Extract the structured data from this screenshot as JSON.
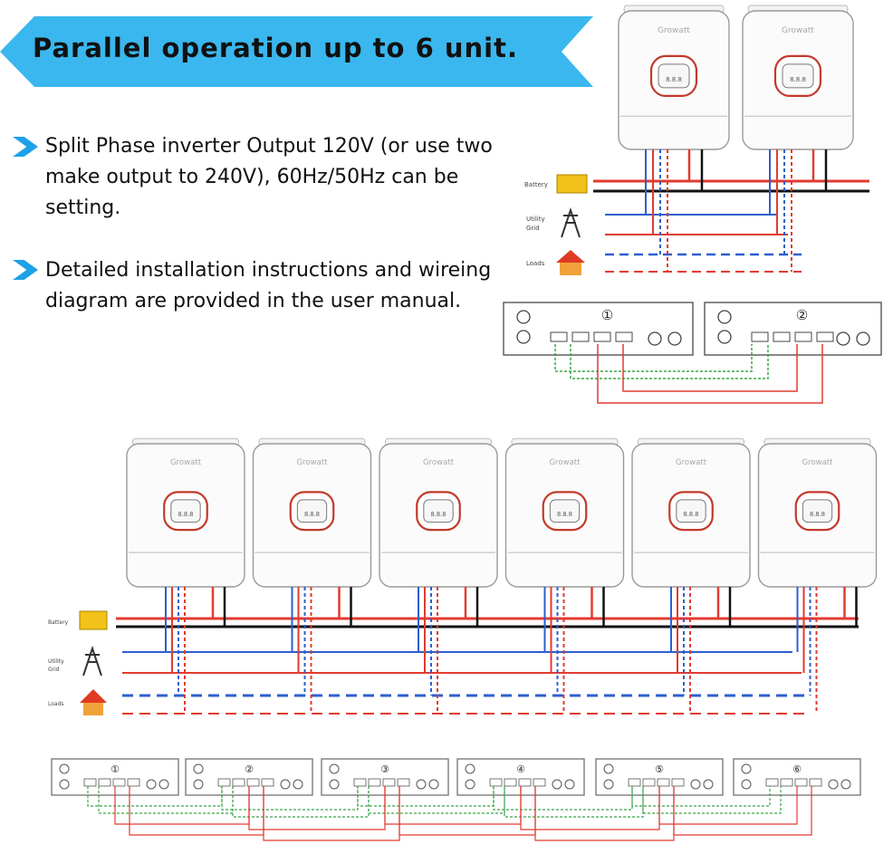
{
  "banner": {
    "title": "Parallel operation up to 6 unit."
  },
  "bullets": [
    "Split Phase inverter Output 120V (or use two make output to 240V), 60Hz/50Hz can be setting.",
    "Detailed installation instructions and wireing diagram are provided in the user manual."
  ],
  "labels": {
    "battery": "Battery",
    "utility": "Utility Grid",
    "loads": "Loads",
    "brand": "Growatt",
    "display": "8.8.8"
  },
  "small_units": [
    "①",
    "②"
  ],
  "large_units": [
    "①",
    "②",
    "③",
    "④",
    "⑤",
    "⑥"
  ],
  "colors": {
    "banner": "#3ab7ee",
    "arrow": "#1da1e6",
    "red": "#e23b30",
    "blue": "#2d5fcf",
    "green": "#3aa54a",
    "black": "#111111"
  }
}
